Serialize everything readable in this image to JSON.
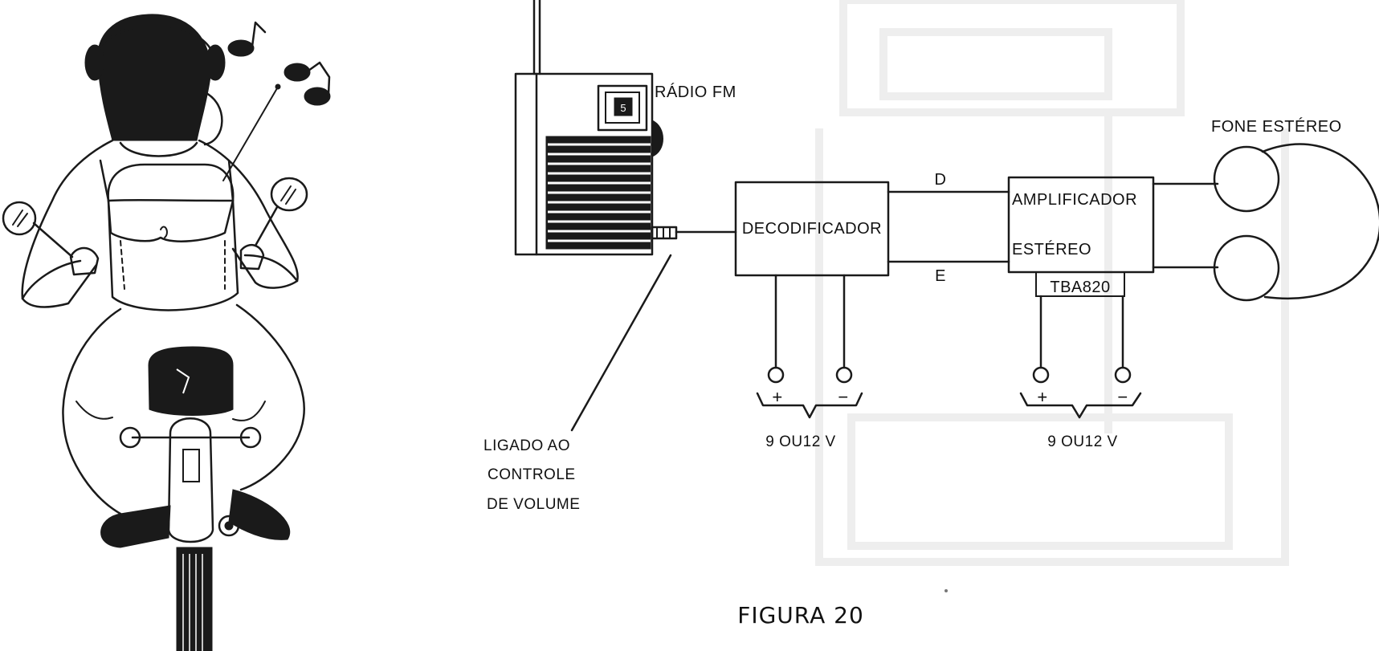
{
  "radio": {
    "label": "RÁDIO FM",
    "dial_digit": "5"
  },
  "headphones": {
    "label": "FONE ESTÉREO"
  },
  "decoder": {
    "label": "DECODIFICADOR"
  },
  "amplifier": {
    "label_line1": "AMPLIFICADOR",
    "label_line2": "ESTÉREO",
    "chip": "TBA820"
  },
  "channels": {
    "top": "D",
    "bottom": "E"
  },
  "power": {
    "decoder": {
      "plus": "+",
      "minus": "−",
      "voltage": "9 OU12 V"
    },
    "amplifier": {
      "plus": "+",
      "minus": "−",
      "voltage": "9 OU12 V"
    }
  },
  "volume_note": {
    "line1": "LIGADO AO",
    "line2": "CONTROLE",
    "line3": "DE VOLUME"
  },
  "caption": "FIGURA 20",
  "colors": {
    "ink": "#1a1a1a",
    "paper": "#ffffff",
    "bleed_through": "#eeeeee"
  }
}
